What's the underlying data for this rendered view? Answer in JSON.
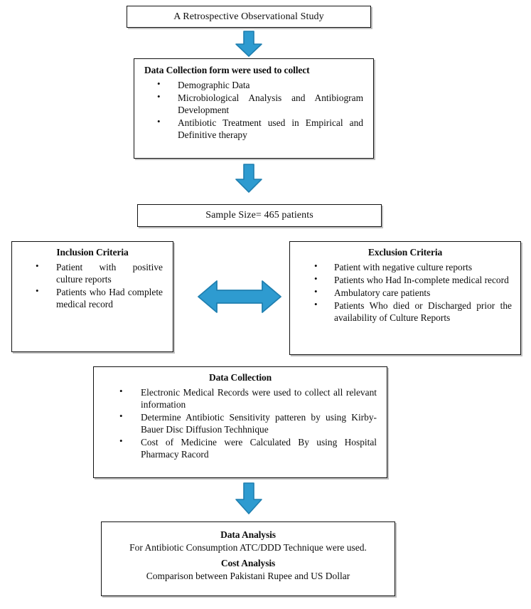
{
  "diagram": {
    "type": "study-methodology-flowchart",
    "accent_color": "#2E9BD0",
    "accent_border_color": "#1F7FB0",
    "box_border_color": "#111111",
    "background_color": "#FFFFFF"
  },
  "nodes": {
    "study_title": {
      "label": "A Retrospective Observational Study"
    },
    "data_collection_form": {
      "heading": "Data Collection form were used to collect",
      "bullets": [
        "Demographic Data",
        "Microbiological Analysis and Antibiogram Development",
        "Antibiotic Treatment used in Empirical and Definitive therapy"
      ]
    },
    "sample_size": {
      "label": "Sample Size= 465 patients",
      "value": 465,
      "unit": "patients"
    },
    "inclusion": {
      "heading": "Inclusion Criteria",
      "bullets": [
        "Patient with positive culture reports",
        "Patients who Had complete medical record"
      ]
    },
    "exclusion": {
      "heading": "Exclusion Criteria",
      "bullets": [
        "Patient with negative culture reports",
        "Patients who Had In-complete medical record",
        "Ambulatory care patients",
        "Patients Who died or Discharged prior the availability of Culture Reports"
      ]
    },
    "data_collection": {
      "heading": "Data Collection",
      "bullets": [
        "Electronic Medical Records were used to collect all relevant information",
        "Determine Antibiotic Sensitivity patteren by using Kirby-Bauer Disc Diffusion Techhnique",
        "Cost of Medicine were Calculated By using Hospital Pharmacy Racord"
      ]
    },
    "analysis": {
      "heading_1": "Data Analysis",
      "line_1": "For Antibiotic Consumption ATC/DDD Technique were used.",
      "heading_2": "Cost Analysis",
      "line_2": "Comparison between Pakistani Rupee and US Dollar"
    }
  },
  "connectors": [
    {
      "name": "arrow-title-to-form",
      "direction": "down"
    },
    {
      "name": "arrow-form-to-sample-size",
      "direction": "down"
    },
    {
      "name": "arrow-inclusion-exclusion",
      "direction": "left-right"
    },
    {
      "name": "arrow-collection-to-analysis",
      "direction": "down"
    }
  ]
}
